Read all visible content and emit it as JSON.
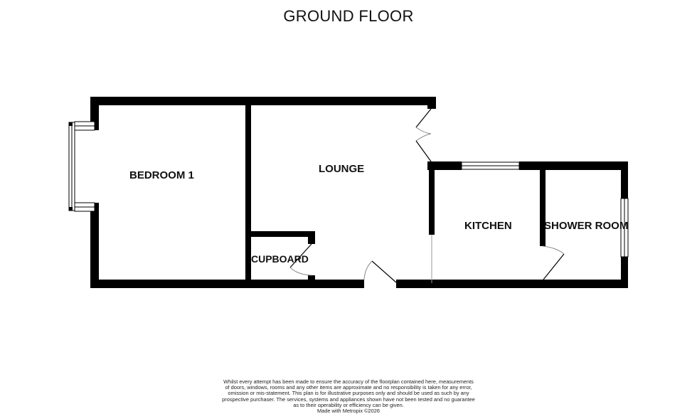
{
  "floor": {
    "title": "GROUND FLOOR"
  },
  "rooms": [
    {
      "id": "bedroom-1",
      "label": "BEDROOM 1"
    },
    {
      "id": "lounge",
      "label": "LOUNGE"
    },
    {
      "id": "cupboard",
      "label": "CUPBOARD"
    },
    {
      "id": "kitchen",
      "label": "KITCHEN"
    },
    {
      "id": "shower-room",
      "label": "SHOWER ROOM"
    }
  ],
  "disclaimer": {
    "lines": [
      "Whilst every attempt has been made to ensure the accuracy of the floorplan contained here, measurements",
      "of doors, windows, rooms and any other items are approximate and no responsibility is taken for any error,",
      "omission or mis-statement. This plan is for illustrative purposes only and should be used as such by any",
      "prospective purchaser. The services, systems and appliances shown have not been tested and no guarantee",
      "as to their operability or efficiency can be given."
    ],
    "credit": "Made with Metropix ©2026"
  },
  "colors": {
    "wall": "#000000",
    "window": "#ffffff",
    "door_swing": "#888888",
    "text": "#111111"
  }
}
